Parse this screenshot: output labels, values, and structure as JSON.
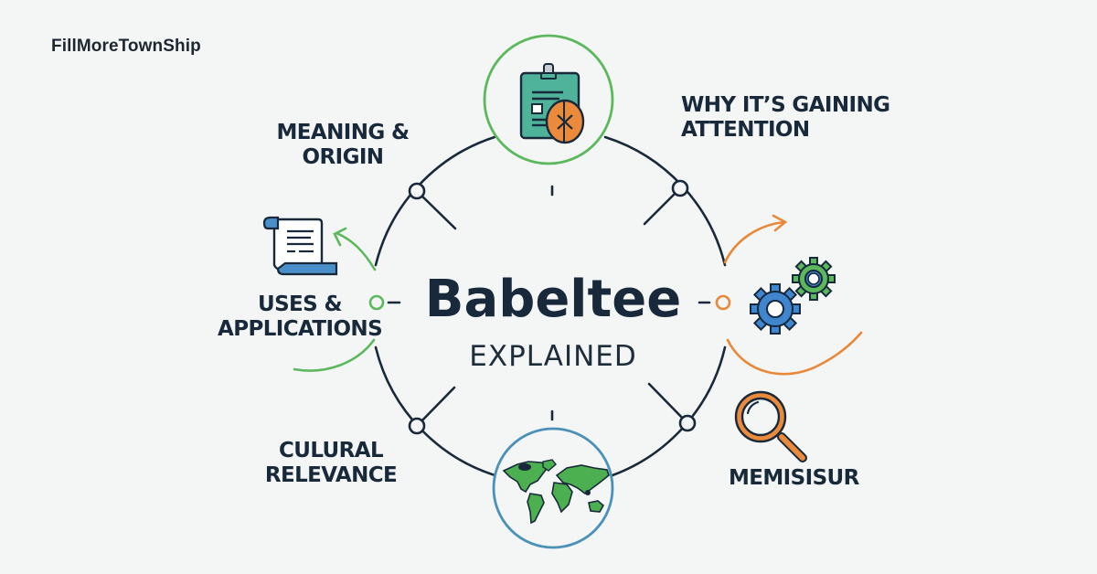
{
  "brand": "FillMoreTownShip",
  "title": "Babeltee",
  "subtitle": "EXPLAINED",
  "sections": {
    "meaning_origin": {
      "line1": "MEANING &",
      "line2": "ORIGIN",
      "icon": "clipboard-badge-icon"
    },
    "gaining_attention": {
      "line1": "WHY IT’S GAINING",
      "line2": "ATTENTION",
      "icon": "gears-icon"
    },
    "uses_applications": {
      "line1": "USES &",
      "line2": "APPLICATIONS",
      "icon": "scroll-document-icon"
    },
    "cultural_relevance": {
      "line1": "CULURAL",
      "line2": "RELEVANCE",
      "icon": "world-map-icon"
    },
    "misuse": {
      "line1": "MEMISISUR",
      "icon": "magnifying-glass-icon"
    }
  },
  "colors": {
    "background": "#f4f5f5",
    "ink": "#17293a",
    "green": "#5cb85c",
    "orange": "#e8893a",
    "blue": "#4a8fc9",
    "teal": "#4fb39a",
    "globe_ring": "#4a90b8"
  }
}
